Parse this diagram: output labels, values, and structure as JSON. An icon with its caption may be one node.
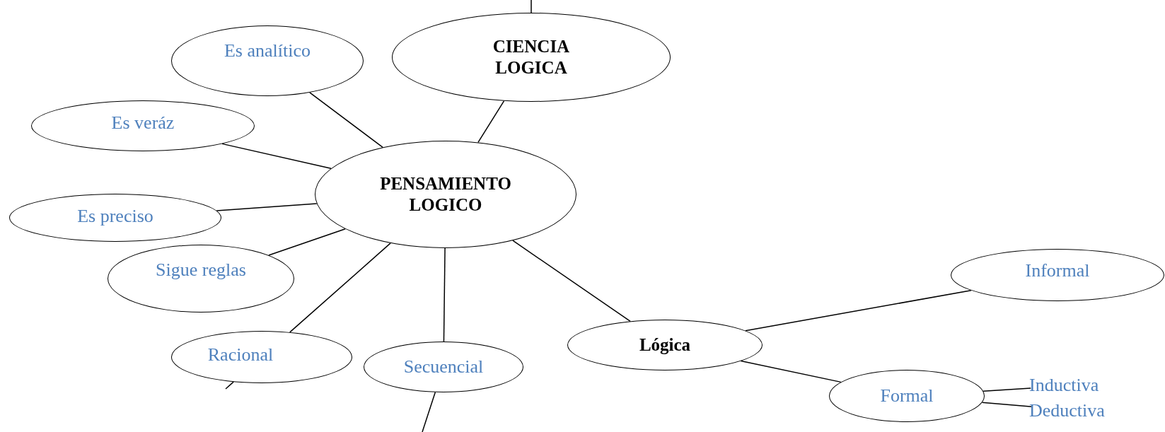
{
  "diagram": {
    "nodes": [
      {
        "text": [
          "CIENCIA LOGICA"
        ]
      },
      {
        "text": [
          "Es analítico"
        ]
      },
      {
        "text": [
          "Es veráz"
        ]
      },
      {
        "text": [
          "PENSAMIENTO LOGICO"
        ]
      },
      {
        "text": [
          "Es preciso"
        ]
      },
      {
        "text": [
          "Sigue reglas"
        ]
      },
      {
        "text": [
          "Racional"
        ]
      },
      {
        "text": [
          "Secuencial"
        ]
      },
      {
        "text": [
          "Lógica"
        ]
      },
      {
        "text": [
          "Informal"
        ]
      },
      {
        "text": [
          "Formal"
        ]
      },
      {
        "text": [
          "Inductiva"
        ]
      },
      {
        "text": [
          "Deductiva"
        ]
      }
    ],
    "edges": [
      {
        "from": null,
        "to": 0,
        "arrow": "none"
      },
      {
        "from": 3,
        "to": 0,
        "arrow": "none"
      },
      {
        "from": 3,
        "to": 1,
        "arrow": "none"
      },
      {
        "from": 3,
        "to": 2,
        "arrow": "none"
      },
      {
        "from": 3,
        "to": 4,
        "arrow": "none"
      },
      {
        "from": 3,
        "to": 5,
        "arrow": "none"
      },
      {
        "from": 3,
        "to": 6,
        "arrow": "none"
      },
      {
        "from": 6,
        "to": null,
        "arrow": "none"
      },
      {
        "from": 3,
        "to": 7,
        "arrow": "none"
      },
      {
        "from": 7,
        "to": null,
        "arrow": "none"
      },
      {
        "from": 3,
        "to": 8,
        "arrow": "none"
      },
      {
        "from": 8,
        "to": 9,
        "arrow": "none"
      },
      {
        "from": 8,
        "to": 10,
        "arrow": "none"
      },
      {
        "from": 10,
        "to": 11,
        "arrow": "none"
      },
      {
        "from": 10,
        "to": 12,
        "arrow": "none"
      }
    ]
  }
}
